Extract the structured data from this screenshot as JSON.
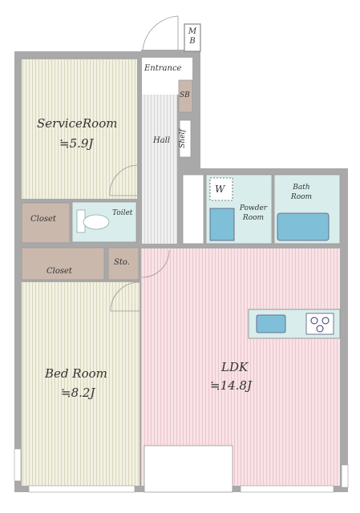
{
  "rooms": {
    "mb": "M\nB",
    "entrance": "Entrance",
    "sb": "SB",
    "hall": "Hall",
    "shelf": "Shelf",
    "service_room": "ServiceRoom",
    "service_room_size": "≒5.9J",
    "closet_upper": "Closet",
    "toilet": "Toilet",
    "closet_lower": "Closet",
    "storage": "Sto.",
    "washer": "W",
    "powder_room_1": "Powder",
    "powder_room_2": "Room",
    "bath_room_1": "Bath",
    "bath_room_2": "Room",
    "bed_room": "Bed Room",
    "bed_room_size": "≒8.2J",
    "ldk": "LDK",
    "ldk_size": "≒14.8J"
  },
  "colors": {
    "wall": "#a9a9a9",
    "service_room_floor": "#f1efdf",
    "bed_room_floor": "#f1efdf",
    "ldk_floor": "#f7dfe3",
    "wet_area": "#d9eeec",
    "closet": "#cbb8ad",
    "hall": "#eeeeee"
  }
}
